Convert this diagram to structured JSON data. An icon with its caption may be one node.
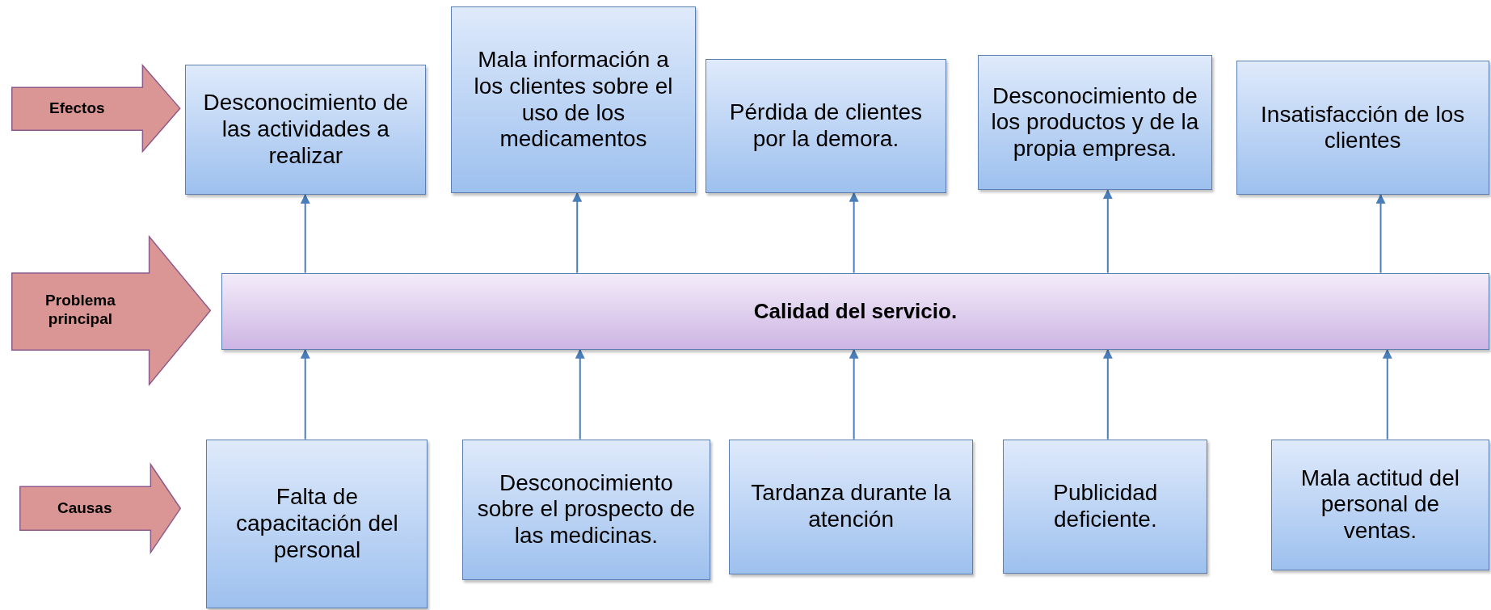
{
  "diagram": {
    "nodes": [
      {
        "text": [
          "Efectos"
        ]
      },
      {
        "text": [
          "Desconocimiento de las actividades a realizar"
        ]
      },
      {
        "text": [
          "Mala información a los clientes sobre el uso de los medicamentos"
        ]
      },
      {
        "text": [
          "Pérdida de clientes por la demora."
        ]
      },
      {
        "text": [
          "Desconocimiento de los productos y de la propia empresa."
        ]
      },
      {
        "text": [
          "Insatisfacción de los clientes"
        ]
      },
      {
        "text": [
          "Problema principal"
        ]
      },
      {
        "text": [
          "Calidad del servicio."
        ]
      },
      {
        "text": [
          "Causas"
        ]
      },
      {
        "text": [
          "Falta de capacitación del personal"
        ]
      },
      {
        "text": [
          "Desconocimiento sobre el prospecto de las medicinas."
        ]
      },
      {
        "text": [
          "Tardanza durante la atención"
        ]
      },
      {
        "text": [
          "Publicidad deficiente."
        ]
      },
      {
        "text": [
          "Mala actitud del personal de ventas."
        ]
      }
    ],
    "edges": [
      {
        "from": 9,
        "to": 7,
        "arrow": "to"
      },
      {
        "from": 10,
        "to": 7,
        "arrow": "to"
      },
      {
        "from": 11,
        "to": 7,
        "arrow": "to"
      },
      {
        "from": 12,
        "to": 7,
        "arrow": "to"
      },
      {
        "from": 13,
        "to": 7,
        "arrow": "to"
      },
      {
        "from": 7,
        "to": 1,
        "arrow": "to"
      },
      {
        "from": 7,
        "to": 2,
        "arrow": "to"
      },
      {
        "from": 7,
        "to": 3,
        "arrow": "to"
      },
      {
        "from": 7,
        "to": 4,
        "arrow": "to"
      },
      {
        "from": 7,
        "to": 5,
        "arrow": "to"
      }
    ]
  }
}
